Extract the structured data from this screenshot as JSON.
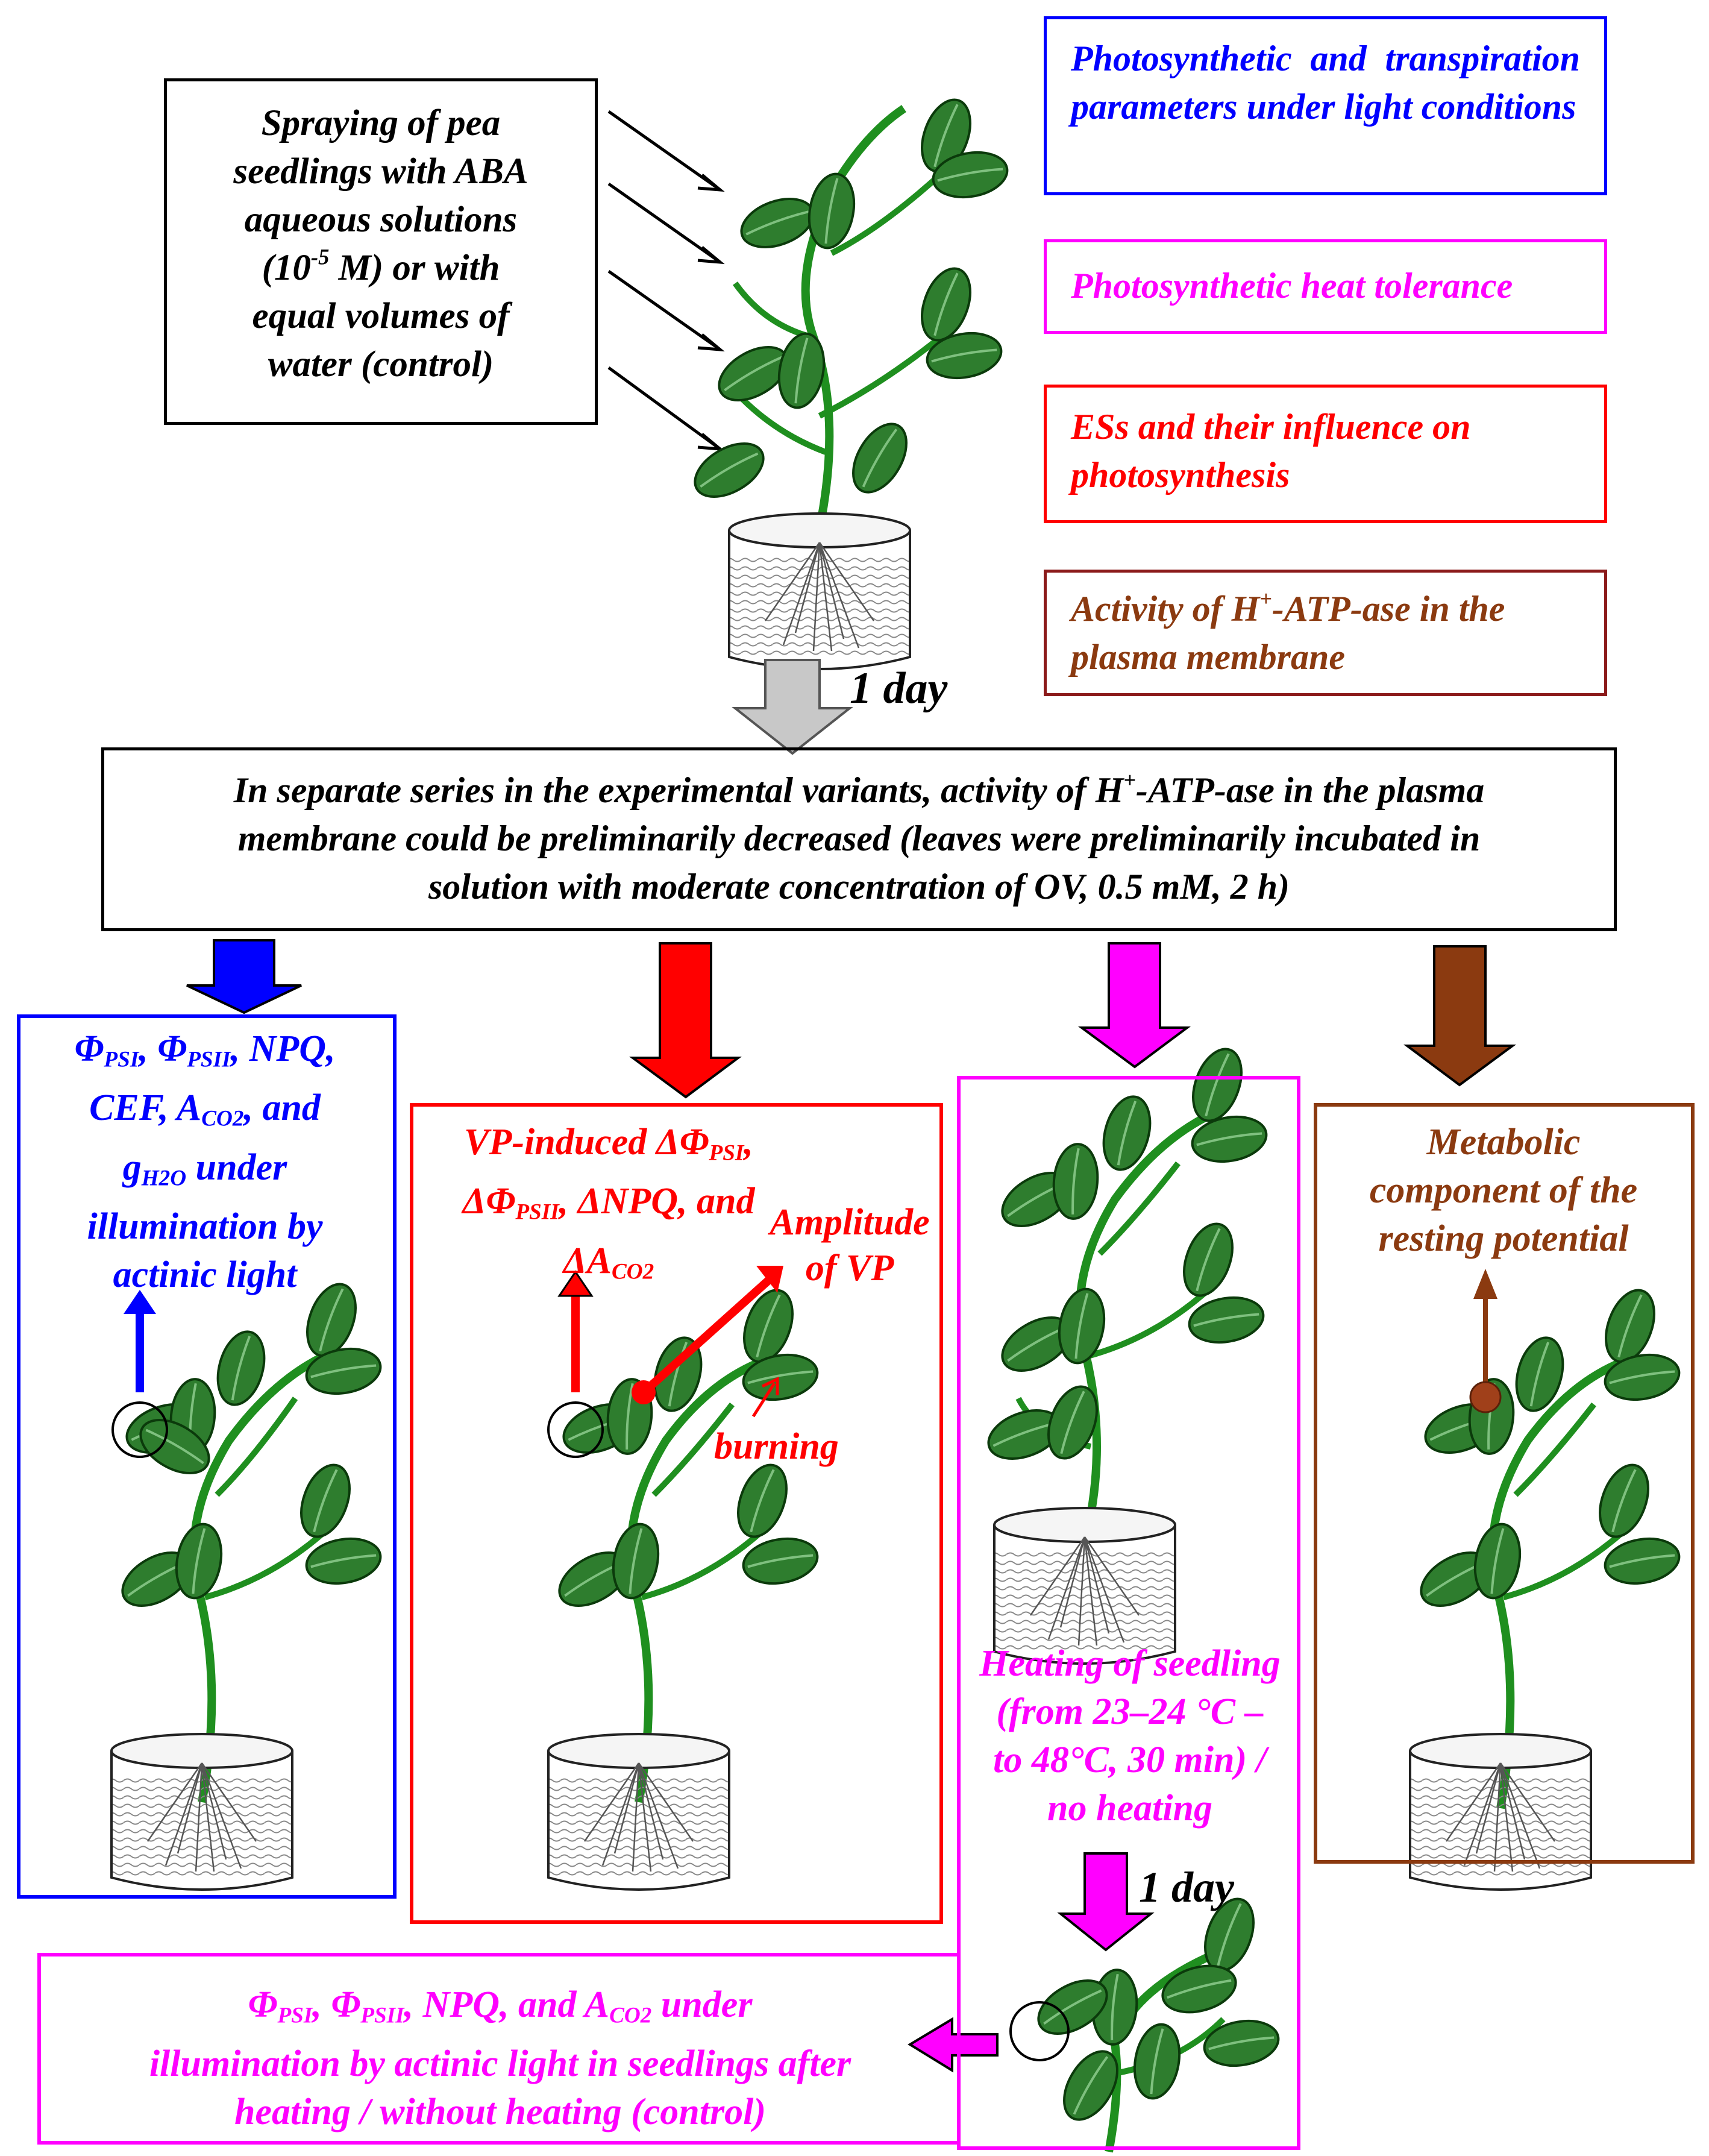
{
  "colors": {
    "black": "#000000",
    "blue": "#0000ff",
    "magenta": "#ff00ff",
    "red": "#ff0000",
    "brown": "#8b3a10",
    "gray_arrow": "#c8c8c8",
    "leaf": "#2e7d2e",
    "stem": "#1f8f1f"
  },
  "spray_box": {
    "text": "Spraying of pea seedlings with ABA aqueous solutions (10-5 M) or with equal volumes of water (control)",
    "line1": "Spraying of pea",
    "line2": "seedlings with ABA",
    "line3": "aqueous solutions",
    "line4_pre": "(10",
    "line4_sup": "-5",
    "line4_post": " M) or with",
    "line5": "equal volumes of",
    "line6": "water (control)"
  },
  "legend": {
    "blue": "Photosynthetic and transpiration parameters under light conditions",
    "magenta": "Photosynthetic heat tolerance",
    "red": "ESs and their influence on photosynthesis",
    "brown_pre": "Activity of H",
    "brown_sup": "+",
    "brown_post": "-ATP-ase in the plasma membrane"
  },
  "step_label_1": "1 day",
  "main_box": {
    "line1_pre": "In separate series in the experimental variants, activity of H",
    "line1_sup": "+",
    "line1_post": "-ATP-ase in the plasma",
    "line2": "membrane could be preliminarily decreased (leaves were preliminarily incubated in",
    "line3": "solution with moderate concentration of OV, 0.5 mM, 2 h)"
  },
  "blue_panel": {
    "phi": "Φ",
    "psi": "PSI",
    "psii": "PSII",
    "sep": ", ",
    "npq": ", NPQ,",
    "cef": "CEF, A",
    "co2": "CO2",
    "and": ", and",
    "g": "g",
    "h2o": "H2O",
    "under": " under",
    "line4": "illumination by",
    "line5": "actinic light"
  },
  "red_panel": {
    "pre": "VP-induced ΔΦ",
    "psi": "PSI",
    "line2a": "ΔΦ",
    "psii": "PSII",
    "line2b": ", ΔNPQ, and",
    "a": "ΔA",
    "co2": "CO2",
    "amplitude": "Amplitude",
    "of_vp": "of VP",
    "burning": "burning"
  },
  "magenta_panel": {
    "line1": "Heating of seedling",
    "line2": "(from 23–24 °C –",
    "line3": "to 48°C, 30 min) /",
    "line4": "no heating"
  },
  "step_label_2": "1 day",
  "bottom_box": {
    "phi": "Φ",
    "psi": "PSI",
    "psii": "PSII",
    "mid": ", NPQ, and A",
    "co2": "CO2",
    "end": " under",
    "line2": "illumination by actinic light in seedlings after",
    "line3": "heating / without heating (control)"
  },
  "brown_panel": {
    "line1": "Metabolic",
    "line2": "component of the",
    "line3": "resting potential"
  }
}
